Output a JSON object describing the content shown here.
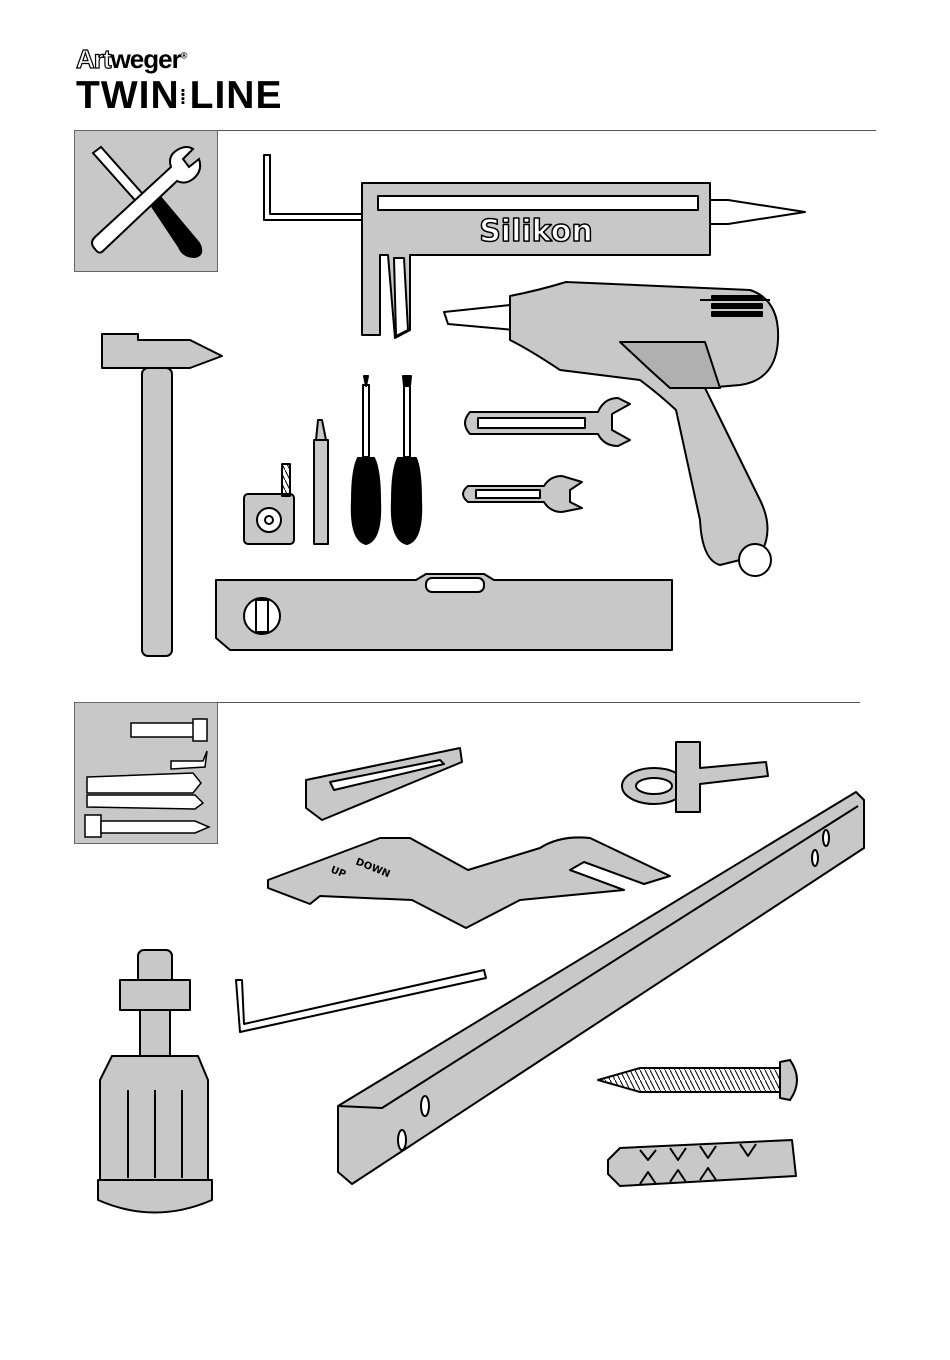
{
  "header": {
    "brand_prefix": "Art",
    "brand_suffix": "weger",
    "brand_mark": "®",
    "product_left": "TWIN",
    "product_right": "LINE"
  },
  "tools_section": {
    "icon": "tools-icon",
    "caulking_gun_label": "Silikon"
  },
  "parts_section": {
    "icon": "fasteners-icon",
    "bracket_arrow_labels": [
      "DOWN",
      "UP"
    ]
  },
  "colors": {
    "fill_gray": "#c8c8c8",
    "line": "#000000",
    "rule": "#555555"
  }
}
